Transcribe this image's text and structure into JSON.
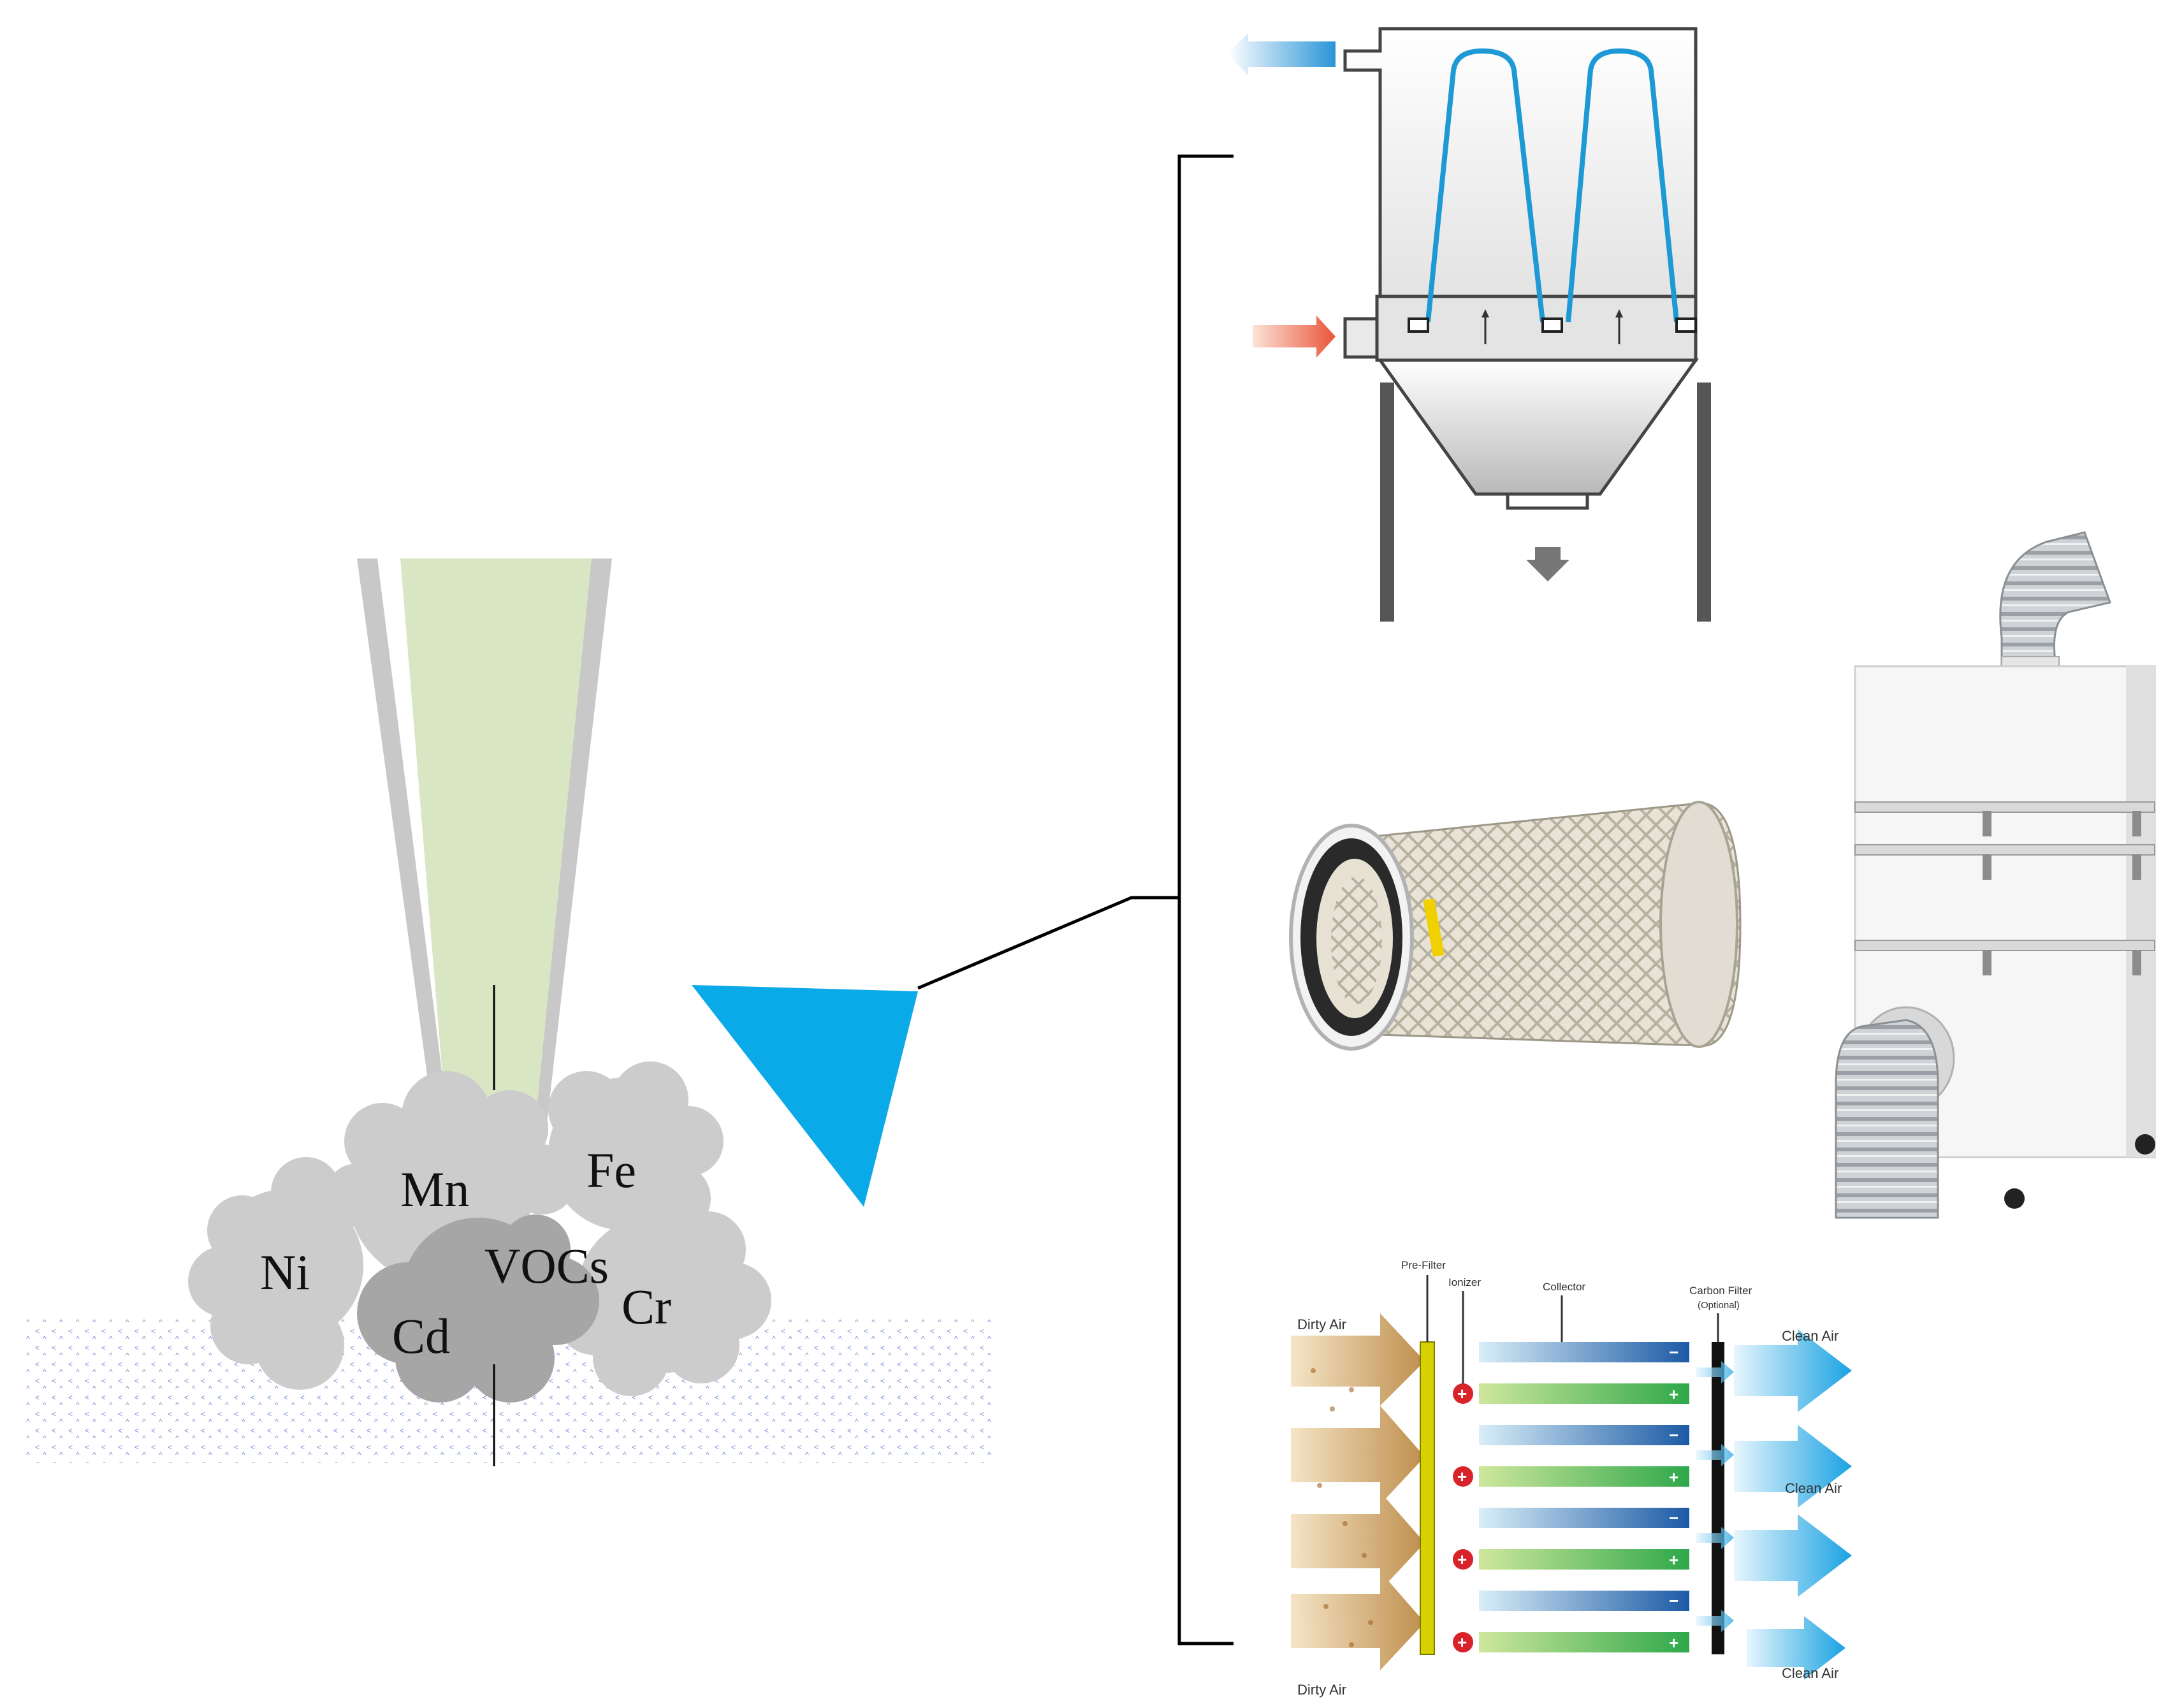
{
  "fume": {
    "elements": [
      "Mn",
      "Fe",
      "Ni",
      "VOCs",
      "Cr",
      "Cd"
    ]
  },
  "esp": {
    "dirty_air_top": "Dirty Air",
    "dirty_air_bottom": "Dirty Air",
    "pre_filter": "Pre-Filter",
    "ionizer": "Ionizer",
    "collector": "Collector",
    "carbon_filter": "Carbon Filter",
    "optional": "(Optional)",
    "clean_air": [
      "Clean Air",
      "Clean Air",
      "Clean Air"
    ],
    "minus": "−",
    "plus": "+"
  },
  "colors": {
    "beam": "#d8e6c4",
    "torch": "#c8c8c8",
    "fume_light": "#cccccc",
    "fume_dark": "#9b9b9b",
    "hood": "#0aa9e8",
    "filter_bag": "#1d9ad6",
    "inlet_arrow": "#e8553a",
    "outlet_arrow": "#2a95d8"
  }
}
